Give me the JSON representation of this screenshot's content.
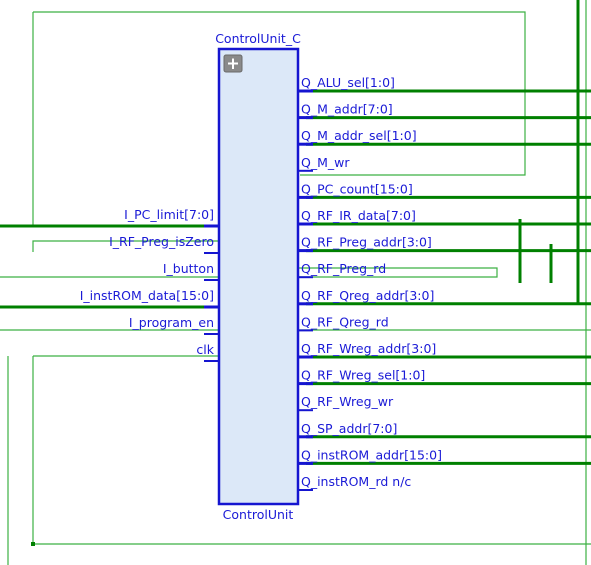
{
  "block": {
    "title": "ControlUnit_C",
    "footer": "ControlUnit",
    "expand_icon": "plus-icon",
    "fill": "#dce8f8",
    "border": "#1515d0"
  },
  "wire_colors": {
    "bus": "#008000",
    "net": "#3cb043",
    "label": "#1a1ad6"
  },
  "inputs": [
    {
      "id": "i-pc-limit",
      "label": "I_PC_limit[7:0]",
      "bus": true
    },
    {
      "id": "i-rf-preg-iszero",
      "label": "I_RF_Preg_isZero",
      "bus": false
    },
    {
      "id": "i-button",
      "label": "I_button",
      "bus": false
    },
    {
      "id": "i-instrom-data",
      "label": "I_instROM_data[15:0]",
      "bus": true
    },
    {
      "id": "i-program-en",
      "label": "I_program_en",
      "bus": false
    },
    {
      "id": "clk",
      "label": "clk",
      "bus": false
    }
  ],
  "outputs": [
    {
      "id": "q-alu-sel",
      "label": "Q_ALU_sel[1:0]",
      "bus": true
    },
    {
      "id": "q-m-addr",
      "label": "Q_M_addr[7:0]",
      "bus": true
    },
    {
      "id": "q-m-addr-sel",
      "label": "Q_M_addr_sel[1:0]",
      "bus": true
    },
    {
      "id": "q-m-wr",
      "label": "Q_M_wr",
      "bus": false
    },
    {
      "id": "q-pc-count",
      "label": "Q_PC_count[15:0]",
      "bus": true
    },
    {
      "id": "q-rf-ir-data",
      "label": "Q_RF_IR_data[7:0]",
      "bus": true
    },
    {
      "id": "q-rf-preg-addr",
      "label": "Q_RF_Preg_addr[3:0]",
      "bus": true
    },
    {
      "id": "q-rf-preg-rd",
      "label": "Q_RF_Preg_rd",
      "bus": false
    },
    {
      "id": "q-rf-qreg-addr",
      "label": "Q_RF_Qreg_addr[3:0]",
      "bus": true
    },
    {
      "id": "q-rf-qreg-rd",
      "label": "Q_RF_Qreg_rd",
      "bus": false
    },
    {
      "id": "q-rf-wreg-addr",
      "label": "Q_RF_Wreg_addr[3:0]",
      "bus": true
    },
    {
      "id": "q-rf-wreg-sel",
      "label": "Q_RF_Wreg_sel[1:0]",
      "bus": true
    },
    {
      "id": "q-rf-wreg-wr",
      "label": "Q_RF_Wreg_wr",
      "bus": false
    },
    {
      "id": "q-sp-addr",
      "label": "Q_SP_addr[7:0]",
      "bus": true
    },
    {
      "id": "q-instrom-addr",
      "label": "Q_instROM_addr[15:0]",
      "bus": true
    },
    {
      "id": "q-instrom-rd",
      "label": "Q_instROM_rd n/c",
      "bus": false
    }
  ]
}
